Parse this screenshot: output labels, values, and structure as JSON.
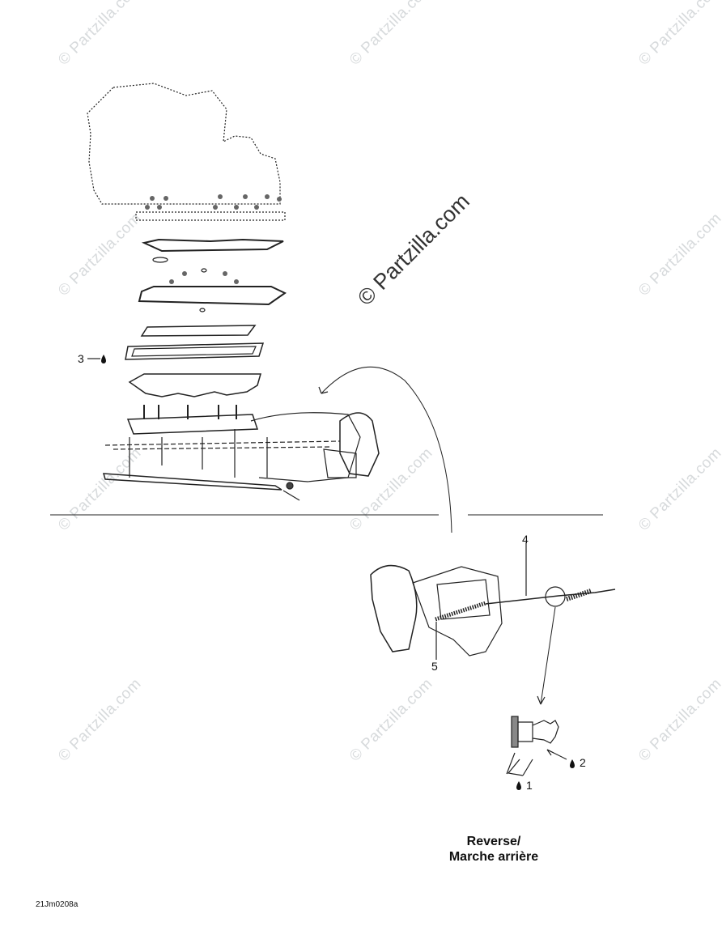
{
  "watermark": {
    "text": "© Partzilla.com",
    "big_text": "© Partzilla.com"
  },
  "callouts": {
    "c1": "1",
    "c2": "2",
    "c3": "3",
    "c4": "4",
    "c5": "5"
  },
  "caption": {
    "line1": "Reverse/",
    "line2": "Marche arrière"
  },
  "figure_ref": "21Jm0208a",
  "icons": {
    "lubricant": "oil-drop-icon"
  }
}
